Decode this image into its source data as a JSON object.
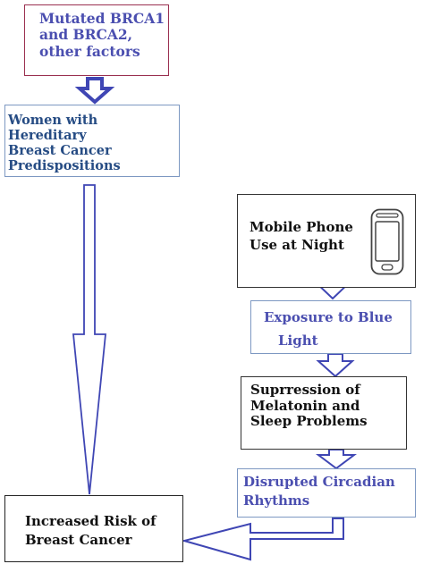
{
  "boxes": {
    "mutated": [
      "Mutated BRCA1",
      "and BRCA2,",
      "other factors"
    ],
    "hereditary": [
      "Women with Hereditary",
      "Breast Cancer",
      "Predispositions"
    ],
    "mobile": [
      "Mobile Phone",
      "Use at Night"
    ],
    "blue_light": [
      "Exposure to Blue",
      "Light"
    ],
    "suppression": [
      "Suprression of",
      "Melatonin and",
      "Sleep Problems"
    ],
    "disrupted": [
      "Disrupted Circadian",
      "Rhythms"
    ],
    "outcome": [
      "Increased Risk of",
      "Breast Cancer"
    ]
  },
  "colors": {
    "arrow": "#3f46b4",
    "blue_text": "#4b4fb0",
    "navy_text": "#264c84",
    "dark_text": "#111111",
    "red_border": "#9a3050",
    "light_border": "#7d98c2",
    "dark_border": "#333333"
  },
  "icons": {
    "phone": "mobile-phone-icon"
  }
}
